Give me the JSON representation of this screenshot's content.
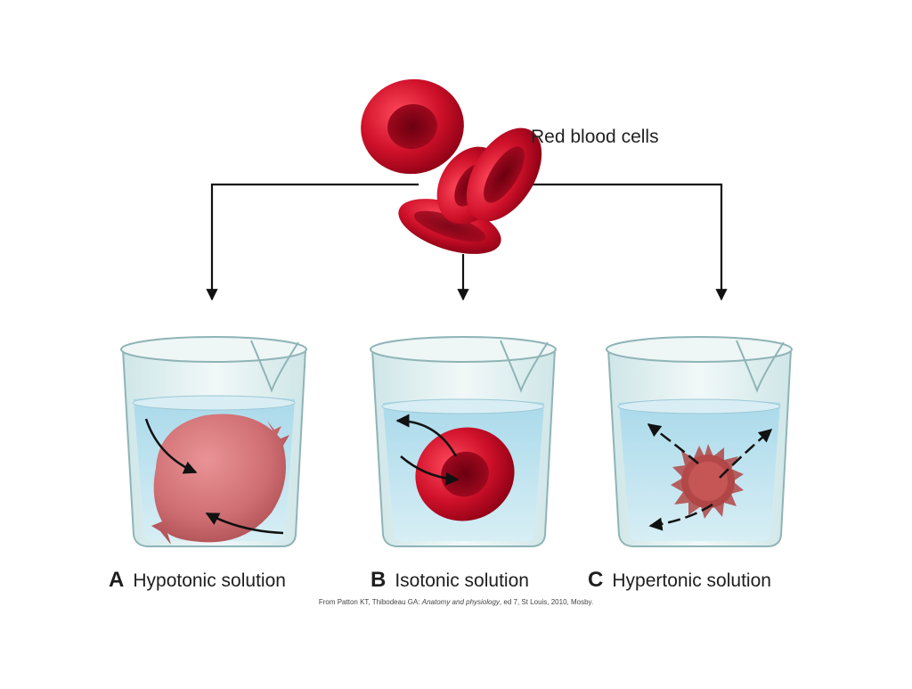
{
  "title_label": "Red blood cells",
  "beakers": [
    {
      "letter": "A",
      "label": "Hypotonic solution"
    },
    {
      "letter": "B",
      "label": "Isotonic solution"
    },
    {
      "letter": "C",
      "label": "Hypertonic solution"
    }
  ],
  "credit": {
    "prefix": "From Patton KT, Thibodeau GA: ",
    "book": "Anatomy and physiology",
    "suffix": ", ed 7, St Louis, 2010, Mosby."
  },
  "colors": {
    "cell_red": "#c8102e",
    "cell_dark": "#7a0012",
    "swollen_cell": "#cf6e72",
    "water": "#bfe3ef",
    "glass": "#e6f2f3",
    "arrow": "#111111"
  }
}
